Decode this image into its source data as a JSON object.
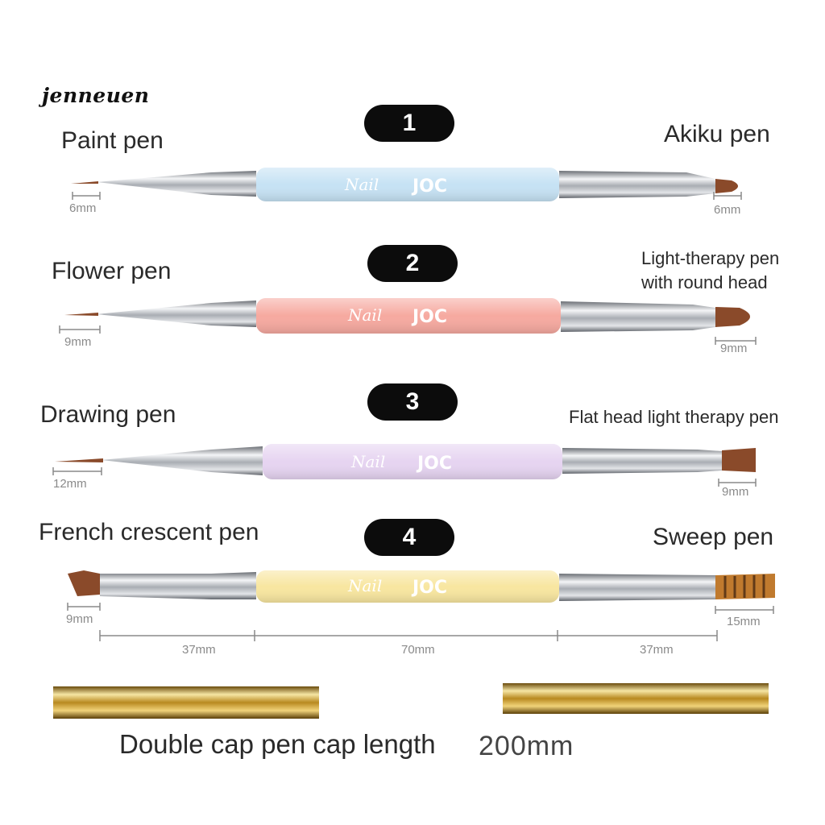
{
  "brand": "jenneuen",
  "pens": [
    {
      "number": "1",
      "left_label": "Paint pen",
      "right_label": "Akiku pen",
      "left_size": "6mm",
      "right_size": "6mm",
      "handle_color": "#c6e2f4"
    },
    {
      "number": "2",
      "left_label": "Flower pen",
      "right_label_line1": "Light-therapy pen",
      "right_label_line2": "with round head",
      "left_size": "9mm",
      "right_size": "9mm",
      "handle_color": "#f6a9a0"
    },
    {
      "number": "3",
      "left_label": "Drawing pen",
      "right_label": "Flat head light therapy pen",
      "left_size": "12mm",
      "right_size": "9mm",
      "handle_color": "#e6d4f1"
    },
    {
      "number": "4",
      "left_label": "French crescent pen",
      "right_label": "Sweep pen",
      "left_size": "9mm",
      "right_size": "15mm",
      "handle_color": "#f8e6a0"
    }
  ],
  "handle_text": "JOC",
  "handle_script": "Nail",
  "length_segments": [
    "37mm",
    "70mm",
    "37mm"
  ],
  "footer": {
    "label": "Double cap pen cap length",
    "value": "200mm"
  },
  "colors": {
    "metal": "#b8bcc2",
    "gold": "#c9a032",
    "bristle": "#8a4a2a"
  }
}
